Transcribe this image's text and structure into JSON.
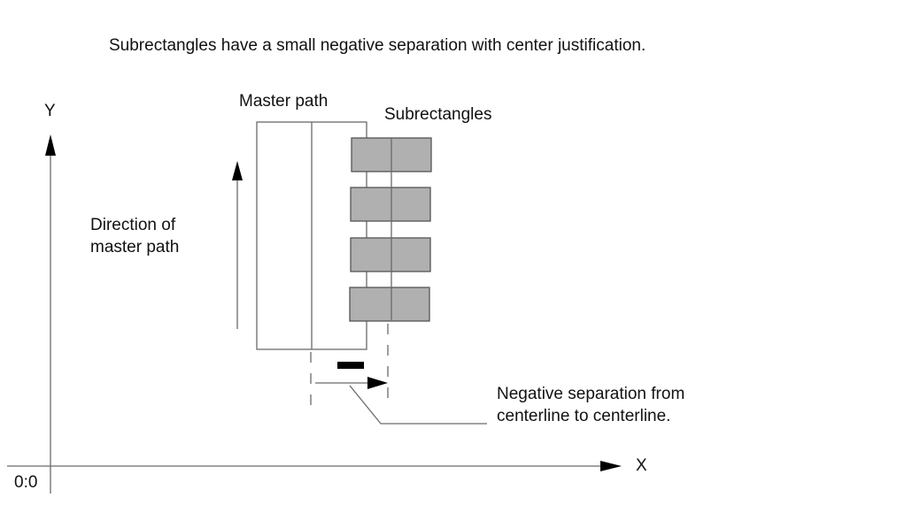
{
  "title": "Subrectangles have a small negative separation with center justification.",
  "axes": {
    "y_label": "Y",
    "x_label": "X",
    "origin_label": "0:0"
  },
  "labels": {
    "master_path": "Master path",
    "subrectangles": "Subrectangles",
    "direction_line1": "Direction of",
    "direction_line2": "master path",
    "separation_line1": "Negative separation from",
    "separation_line2": "centerline to centerline."
  },
  "subrectangle_count": 4,
  "separation_sign": "negative",
  "colors": {
    "subrectangle_fill": "#b0b0b0",
    "line": "#6a6a6a",
    "text": "#111111"
  }
}
